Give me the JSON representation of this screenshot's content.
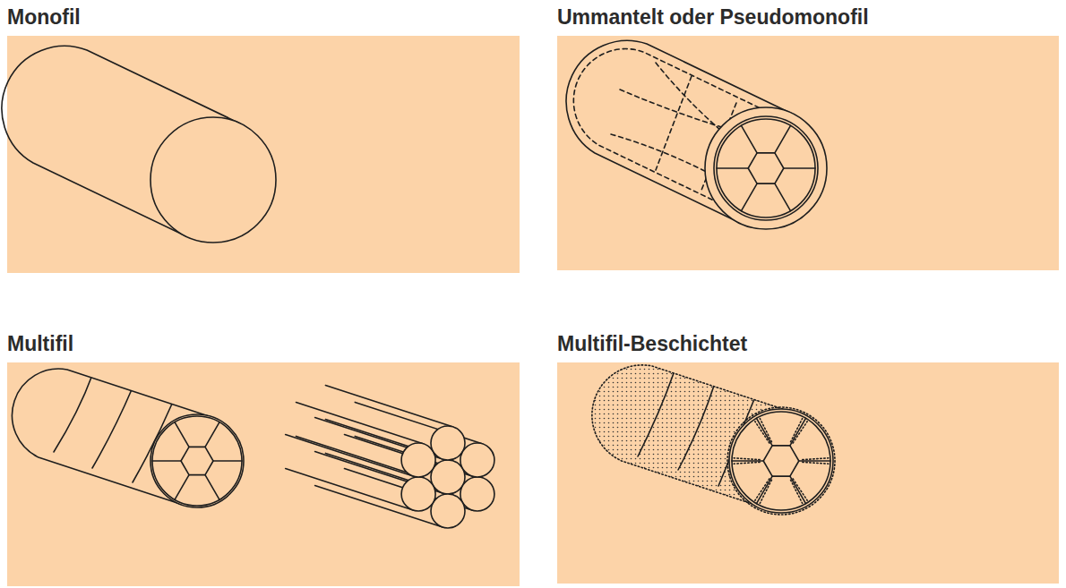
{
  "diagram": {
    "nodes": [
      {
        "text": [
          "Monofil"
        ]
      },
      {
        "text": [
          "Ummantelt oder Pseudomonofil"
        ]
      },
      {
        "text": [
          "Multifil"
        ]
      },
      {
        "text": [
          "Multifil-Beschichtet"
        ]
      }
    ]
  }
}
